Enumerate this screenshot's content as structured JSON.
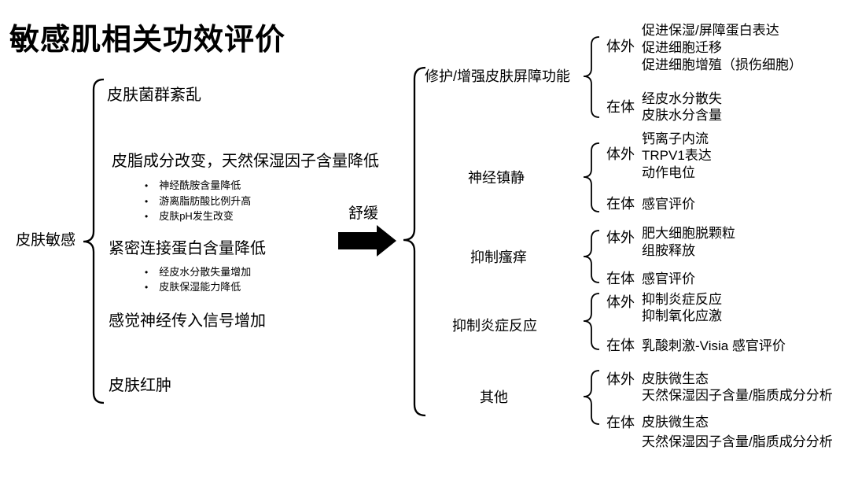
{
  "title": "敏感肌相关功效评价",
  "bullet_glyph": "•",
  "left": {
    "root": "皮肤敏感",
    "items": [
      {
        "label": "皮肤菌群紊乱",
        "bullets": []
      },
      {
        "label": "皮脂成分改变，天然保湿因子含量降低",
        "bullets": [
          "神经酰胺含量降低",
          "游离脂肪酸比例升高",
          "皮肤pH发生改变"
        ]
      },
      {
        "label": "紧密连接蛋白含量降低",
        "bullets": [
          "经皮水分散失量增加",
          "皮肤保湿能力降低"
        ]
      },
      {
        "label": "感觉神经传入信号增加",
        "bullets": []
      },
      {
        "label": "皮肤红肿",
        "bullets": []
      }
    ]
  },
  "center": {
    "label": "舒缓"
  },
  "right": {
    "in_vitro_label": "体外",
    "in_vivo_label": "在体",
    "categories": [
      {
        "label": "修护/增强皮肤屏障功能",
        "vitro": [
          "促进保湿/屏障蛋白表达",
          "促进细胞迁移",
          "促进细胞增殖（损伤细胞）"
        ],
        "vivo": [
          "经皮水分散失",
          "皮肤水分含量"
        ]
      },
      {
        "label": "神经镇静",
        "vitro": [
          "钙离子内流",
          "TRPV1表达",
          "动作电位"
        ],
        "vivo": [
          "感官评价"
        ]
      },
      {
        "label": "抑制瘙痒",
        "vitro": [
          "肥大细胞脱颗粒",
          "组胺释放"
        ],
        "vivo": [
          "感官评价"
        ]
      },
      {
        "label": "抑制炎症反应",
        "vitro": [
          "抑制炎症反应",
          "抑制氧化应激"
        ],
        "vivo": [
          "乳酸刺激-Visia 感官评价"
        ]
      },
      {
        "label": "其他",
        "vitro": [
          "皮肤微生态",
          "天然保湿因子含量/脂质成分分析"
        ],
        "vivo": [
          "皮肤微生态",
          "天然保湿因子含量/脂质成分分析"
        ]
      }
    ]
  },
  "colors": {
    "ink": "#000000",
    "background": "#ffffff"
  }
}
